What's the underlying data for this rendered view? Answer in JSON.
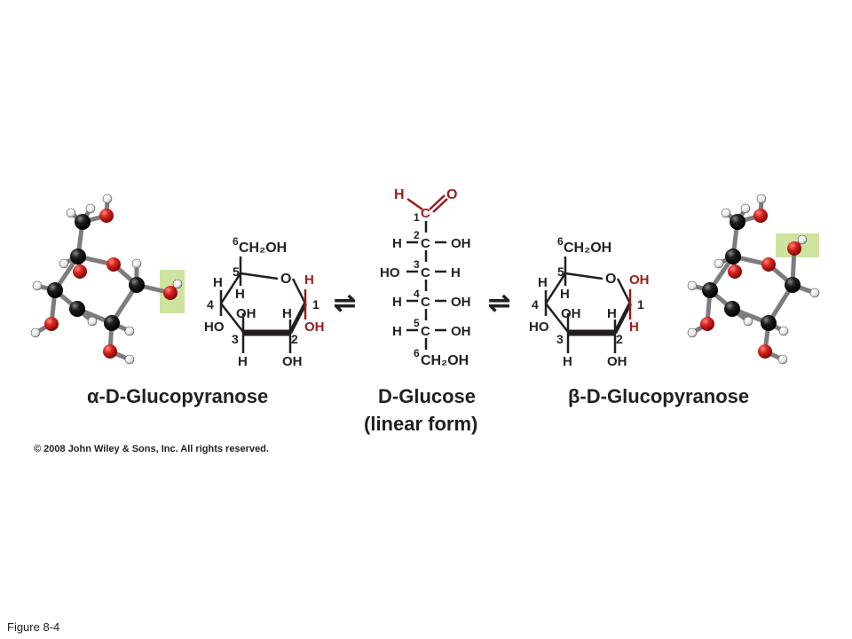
{
  "colors": {
    "ink": "#231f20",
    "red": "#9b1b1e",
    "highlight": "#cfe3a1"
  },
  "alpha": {
    "caption": "α-D-Glucopyranose",
    "c6": "6",
    "ch2oh": "CH₂OH",
    "ring_o": "O",
    "c5": "5",
    "h5": "H",
    "c4": "4",
    "h4": "H",
    "ho4": "HO",
    "oh3": "OH",
    "h2_top": "H",
    "c3": "3",
    "h3": "H",
    "c2": "2",
    "oh2": "OH",
    "c1": "1",
    "c1_top": "H",
    "c1_bottom": "OH"
  },
  "linear": {
    "caption_line1": "D-Glucose",
    "caption_line2": "(linear form)",
    "ald_h": "H",
    "ald_o": "O",
    "rows": [
      {
        "num": "1",
        "left": "",
        "c": "C",
        "right": ""
      },
      {
        "num": "2",
        "left": "H",
        "c": "C",
        "right": "OH"
      },
      {
        "num": "3",
        "left": "HO",
        "c": "C",
        "right": "H"
      },
      {
        "num": "4",
        "left": "H",
        "c": "C",
        "right": "OH"
      },
      {
        "num": "5",
        "left": "H",
        "c": "C",
        "right": "OH"
      }
    ],
    "c6": "6",
    "ch2oh": "CH₂OH"
  },
  "beta": {
    "caption": "β-D-Glucopyranose",
    "c6": "6",
    "ch2oh": "CH₂OH",
    "ring_o": "O",
    "c5": "5",
    "h5": "H",
    "c4": "4",
    "h4": "H",
    "ho4": "HO",
    "oh3": "OH",
    "h2_top": "H",
    "c3": "3",
    "h3": "H",
    "c2": "2",
    "oh2": "OH",
    "c1": "1",
    "c1_top": "OH",
    "c1_bottom": "H"
  },
  "equilibrium_symbol": "⇌",
  "copyright": "© 2008 John Wiley & Sons, Inc. All rights reserved.",
  "figure_label": "Figure 8-4"
}
